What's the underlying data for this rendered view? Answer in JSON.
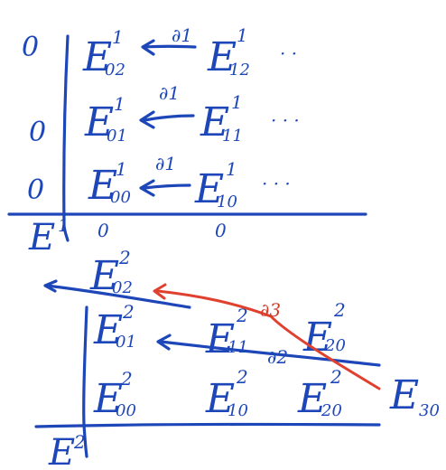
{
  "page1": {
    "label": "E",
    "label_sup": "1",
    "rows": [
      {
        "left": "0",
        "a": "E",
        "a_sub": "02",
        "a_sup": "1",
        "d": "∂1",
        "b": "E",
        "b_sub": "12",
        "b_sup": "1",
        "dots": "· ·"
      },
      {
        "left": "0",
        "a": "E",
        "a_sub": "01",
        "a_sup": "1",
        "d": "∂1",
        "b": "E",
        "b_sub": "11",
        "b_sup": "1",
        "dots": "· · ·"
      },
      {
        "left": "0",
        "a": "E",
        "a_sub": "00",
        "a_sup": "1",
        "d": "∂1",
        "b": "E",
        "b_sub": "10",
        "b_sup": "1",
        "dots": "· · ·"
      }
    ],
    "bottom_zeros": [
      "0",
      "0"
    ]
  },
  "page2": {
    "label": "E",
    "label_sup": "2",
    "top": {
      "a": "E",
      "a_sub": "02",
      "a_sup": "2"
    },
    "rows": [
      {
        "a": "E",
        "a_sub": "01",
        "a_sup": "2",
        "b": "E",
        "b_sub": "11",
        "b_sup": "2",
        "c": "E",
        "c_sub": "20",
        "c_sup": "2"
      },
      {
        "a": "E",
        "a_sub": "00",
        "a_sup": "2",
        "b": "E",
        "b_sub": "10",
        "b_sup": "2",
        "c": "E",
        "c_sub": "20",
        "c_sup": "2",
        "d": "E",
        "d_sub": "30"
      }
    ],
    "d2": "∂2",
    "d3": "∂3"
  },
  "colors": {
    "ink": "#1d46b8",
    "red": "#e0412f"
  }
}
